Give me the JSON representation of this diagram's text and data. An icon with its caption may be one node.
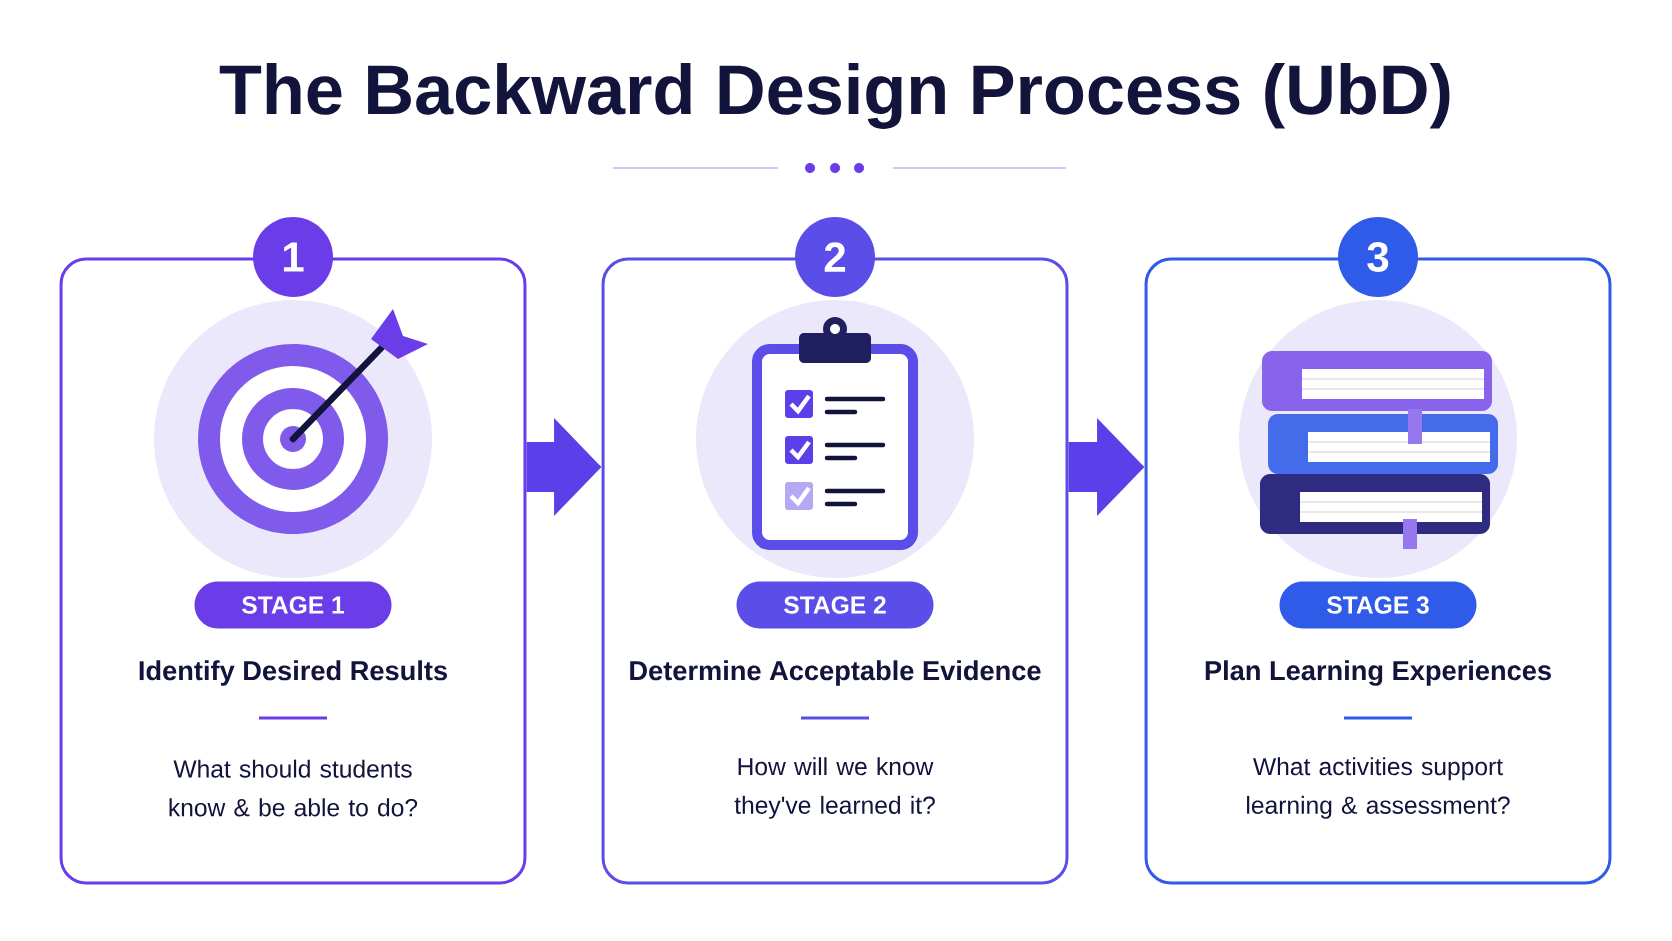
{
  "diagram": {
    "title": "The Backward Design Process (UbD)",
    "nodes": [
      {
        "text": [
          "Identify Desired Results",
          "What should students know & be able to do?"
        ]
      },
      {
        "text": [
          "1"
        ]
      },
      {
        "text": [
          "STAGE 1"
        ],
        "in": 0
      },
      {
        "text": [
          "Determine Acceptable Evidence",
          "How will we know they've learned it?"
        ]
      },
      {
        "text": [
          "2"
        ]
      },
      {
        "text": [
          "STAGE 2"
        ],
        "in": 3
      },
      {
        "text": [
          "Plan Learning Experiences",
          "What activities support learning & assessment?"
        ]
      },
      {
        "text": [
          "3"
        ]
      },
      {
        "text": [
          "STAGE 3"
        ],
        "in": 6
      }
    ],
    "edges": [
      {
        "from": 0,
        "to": 3,
        "arrow": "to"
      },
      {
        "from": 3,
        "to": 6,
        "arrow": "to"
      }
    ]
  }
}
